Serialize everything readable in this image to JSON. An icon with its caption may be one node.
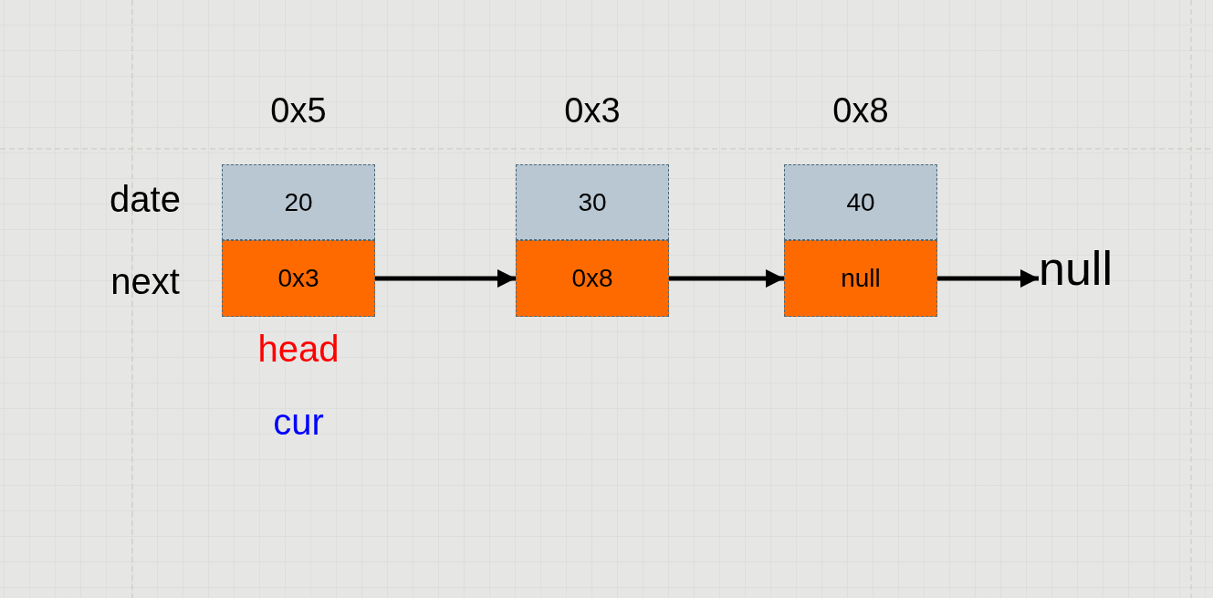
{
  "diagram": {
    "nodes": [
      {
        "text": [
          "20"
        ],
        "beside": [
          "0x5"
        ]
      },
      {
        "text": [
          "0x3"
        ]
      },
      {
        "text": [
          "30"
        ],
        "beside": [
          "0x3"
        ]
      },
      {
        "text": [
          "0x8"
        ]
      },
      {
        "text": [
          "40"
        ],
        "beside": [
          "0x8"
        ]
      },
      {
        "text": [
          "null"
        ]
      },
      {
        "text": [
          "null"
        ]
      }
    ],
    "edges": [
      {
        "from": 1,
        "to": 3,
        "arrow": "to"
      },
      {
        "from": 3,
        "to": 5,
        "arrow": "to"
      },
      {
        "from": 5,
        "to": 6,
        "arrow": "to"
      }
    ],
    "labels": [
      "date",
      "next",
      "head",
      "cur"
    ]
  }
}
